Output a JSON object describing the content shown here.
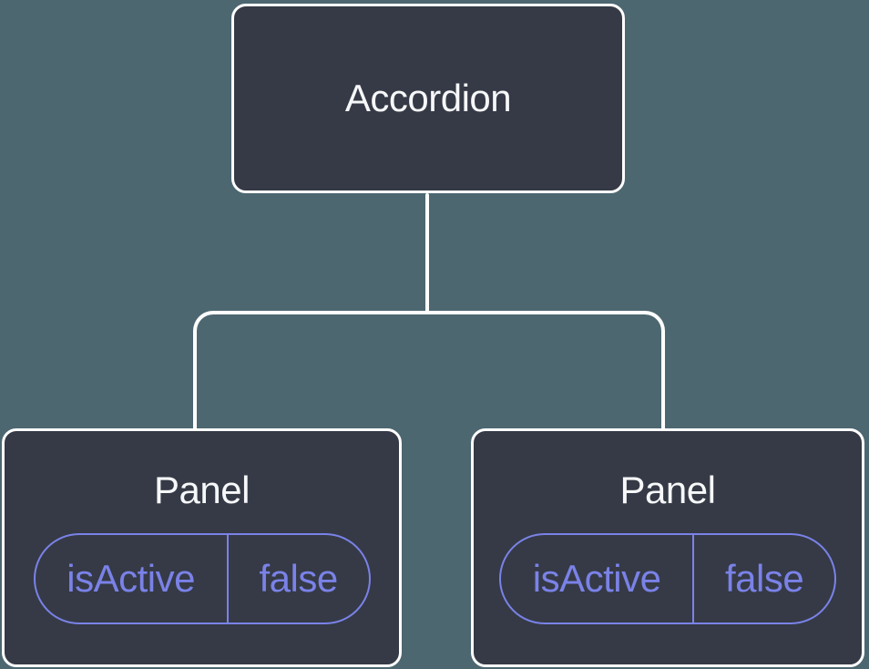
{
  "diagram": {
    "type": "component-tree",
    "root": {
      "label": "Accordion"
    },
    "children": [
      {
        "label": "Panel",
        "state": {
          "name": "isActive",
          "value": "false"
        }
      },
      {
        "label": "Panel",
        "state": {
          "name": "isActive",
          "value": "false"
        }
      }
    ],
    "colors": {
      "background": "#4D6771",
      "node_fill": "#353A46",
      "node_border": "#FFFFFF",
      "connector": "#FFFFFF",
      "state_accent": "#7A82E8",
      "label_text": "#F6F7F9"
    }
  }
}
